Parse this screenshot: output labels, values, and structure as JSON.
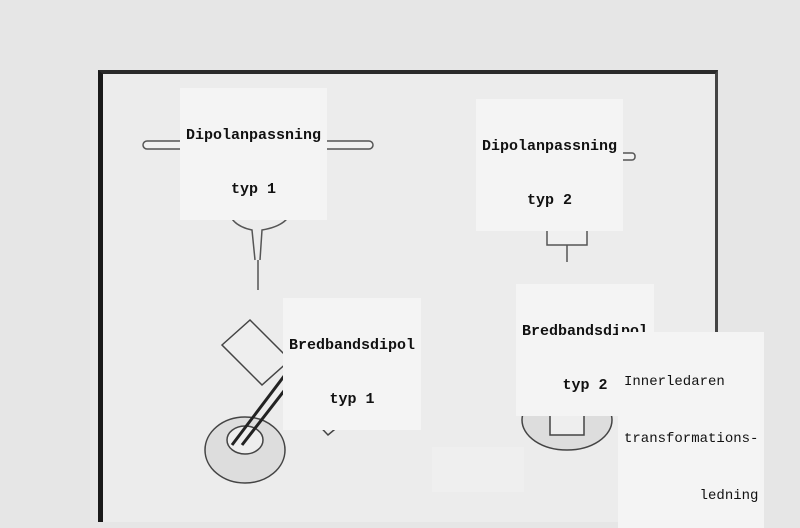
{
  "labels": {
    "dipole_match_1": {
      "title": "Dipolanpassning",
      "subtitle": "typ 1"
    },
    "dipole_match_2": {
      "title": "Dipolanpassning",
      "subtitle": "typ 2"
    },
    "broadband_1": {
      "title": "Bredbandsdipol",
      "subtitle": "typ 1"
    },
    "broadband_2": {
      "title": "Bredbandsdipol",
      "subtitle": "typ 2"
    },
    "inner_conductor_note": {
      "line1": "Innerledaren",
      "line2": "transformations-",
      "line3": "ledning"
    }
  }
}
